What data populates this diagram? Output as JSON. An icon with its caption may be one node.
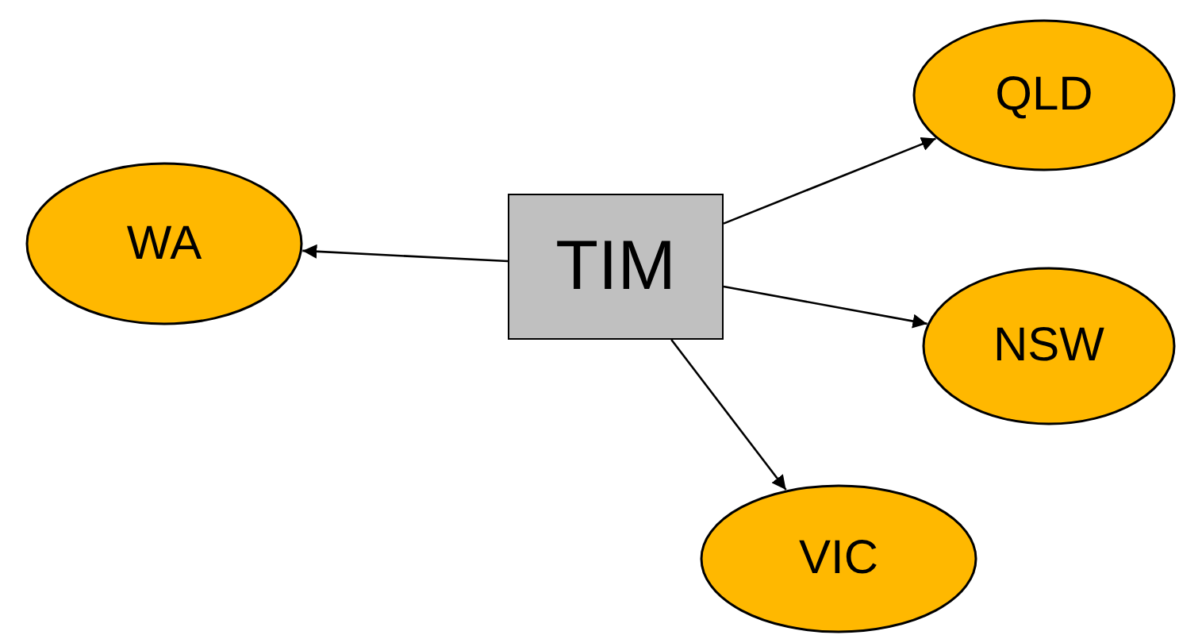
{
  "diagram": {
    "nodes": [
      {
        "text": [
          "TIM"
        ]
      },
      {
        "text": [
          "WA"
        ]
      },
      {
        "text": [
          "QLD"
        ]
      },
      {
        "text": [
          "NSW"
        ]
      },
      {
        "text": [
          "VIC"
        ]
      }
    ],
    "edges": [
      {
        "from": 0,
        "to": 1,
        "arrow": "to"
      },
      {
        "from": 0,
        "to": 2,
        "arrow": "to"
      },
      {
        "from": 0,
        "to": 3,
        "arrow": "to"
      },
      {
        "from": 0,
        "to": 4,
        "arrow": "to"
      }
    ]
  }
}
